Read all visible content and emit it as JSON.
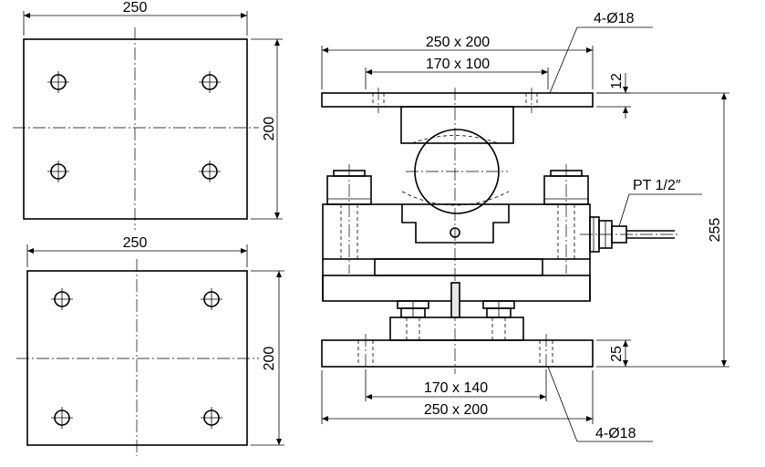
{
  "top_plate_view": {
    "width_label": "250",
    "height_label": "200"
  },
  "bottom_plate_view": {
    "width_label": "250",
    "height_label": "200"
  },
  "side_view": {
    "top_plate_size": "250 x 200",
    "top_hole_spacing": "170 x 100",
    "top_holes": "4-Ø18",
    "top_plate_thickness": "12",
    "overall_height": "255",
    "cable_thread": "PT 1/2″",
    "bottom_plate_thickness": "25",
    "bottom_hole_spacing": "170 x 140",
    "bottom_plate_size": "250 x 200",
    "bottom_holes": "4-Ø18"
  },
  "colors": {
    "line": "#000000",
    "background": "#ffffff",
    "fill": "#e6e6e6"
  }
}
